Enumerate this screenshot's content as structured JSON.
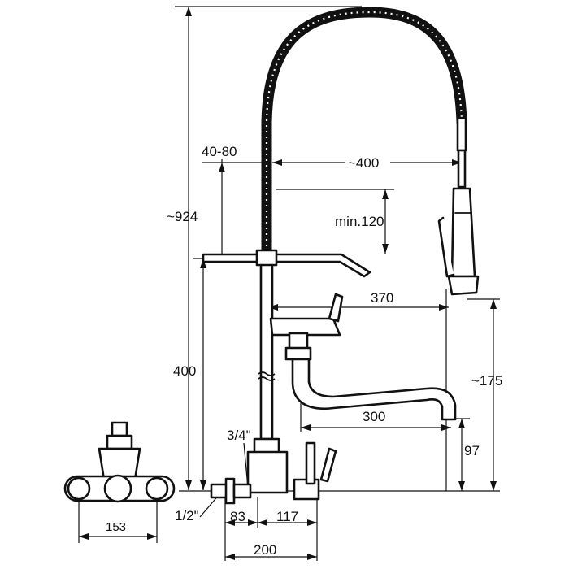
{
  "drawing": {
    "dimensions": {
      "total_height": "~924",
      "hose_reach": "~400",
      "adjust_range": "40-80",
      "clearance": "min.120",
      "column_height": "400",
      "swivel_reach": "370",
      "spray_height": "~175",
      "spout_reach": "300",
      "spout_height": "97",
      "inlet_thread": "3/4\"",
      "wall_thread": "1/2\"",
      "inlet_distance": "83",
      "body_depth": "117",
      "projection": "200",
      "center_distance": "153"
    }
  }
}
